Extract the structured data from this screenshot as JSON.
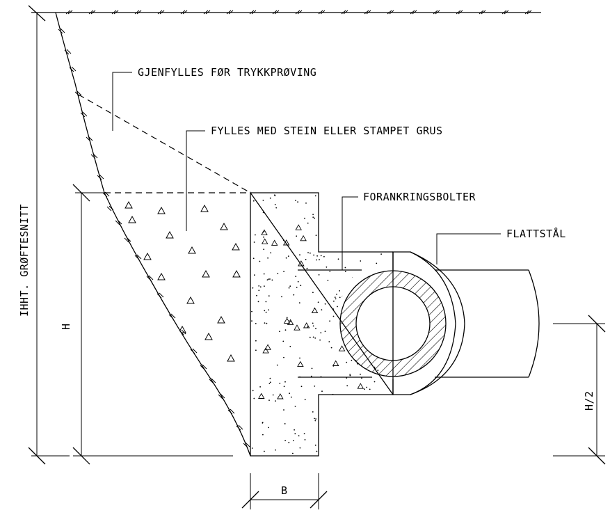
{
  "labels": {
    "backfill_before_test": "GJENFYLLES FØR TRYKKPRØVING",
    "fill_stone_gravel": "FYLLES MED STEIN ELLER STAMPET GRUS",
    "anchor_bolts": "FORANKRINGSBOLTER",
    "flat_steel": "FLATTSTÅL",
    "trench_section": "IHHT. GRØFTESNITT",
    "dim_h": "H",
    "dim_h_half": "H/2",
    "dim_b": "B"
  },
  "colors": {
    "line": "#000000",
    "background": "#ffffff"
  }
}
